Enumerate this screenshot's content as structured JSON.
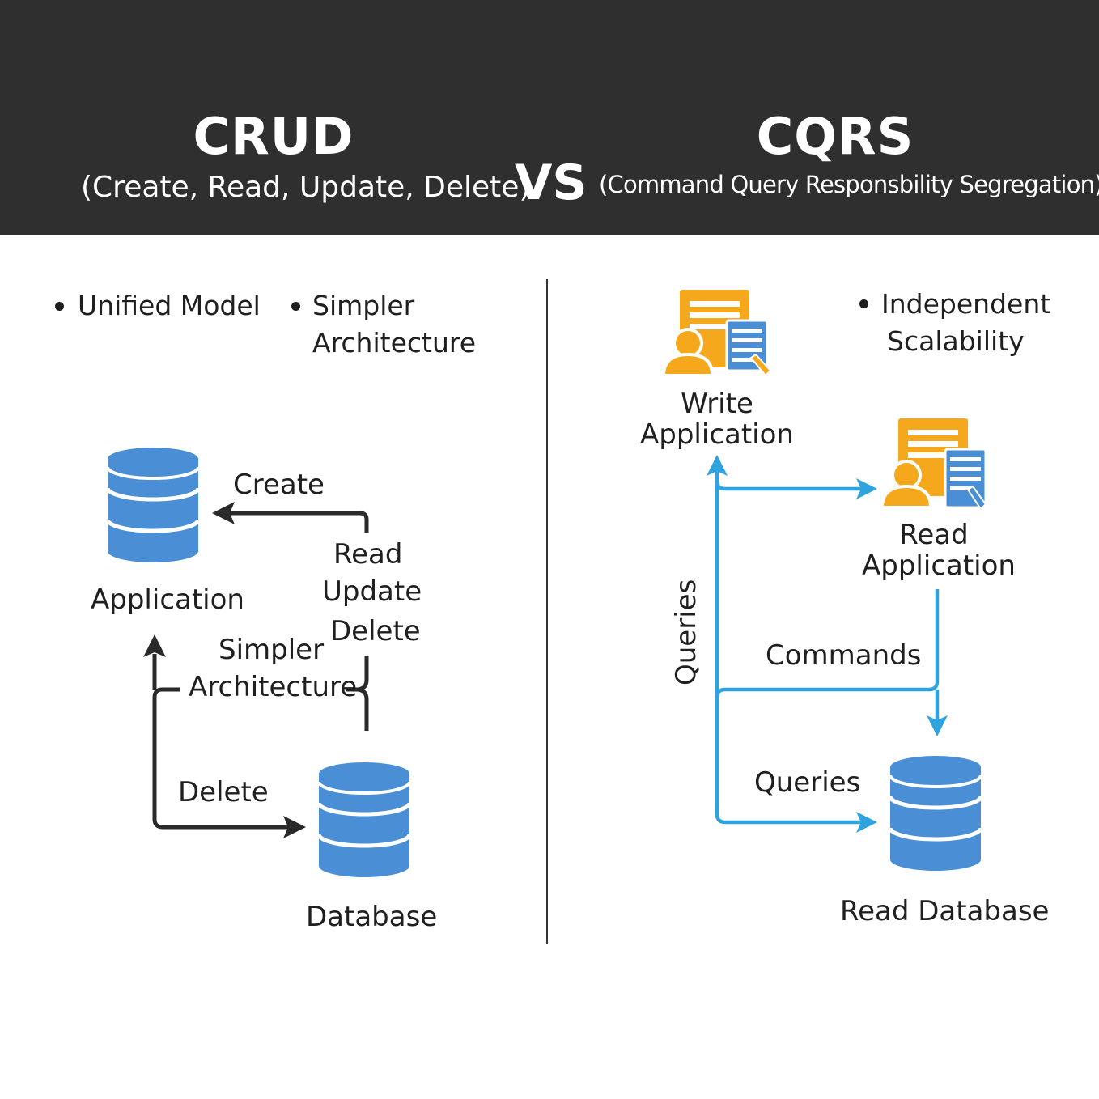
{
  "header": {
    "crud_title": "CRUD",
    "crud_subtitle": "(Create, Read, Update, Delete)",
    "vs": "VS",
    "cqrs_title": "CQRS",
    "cqrs_subtitle": "(Command Query Responsbility Segregation)"
  },
  "crud": {
    "bullets": [
      "Unified Model",
      "Simpler",
      "Architecture"
    ],
    "application_label": "Application",
    "database_label": "Database",
    "create_label": "Create",
    "read_label": "Read",
    "update_label": "Update",
    "delete_label_right": "Delete",
    "simpler_label": "Simpler",
    "architecture_label": "Architecture",
    "delete_label_bottom": "Delete"
  },
  "cqrs": {
    "bullet_line1": "Independent",
    "bullet_line2": "Scalability",
    "write_app_line1": "Write",
    "write_app_line2": "Application",
    "read_app_line1": "Read",
    "read_app_line2": "Application",
    "queries_vertical": "Queries",
    "commands_label": "Commands",
    "queries_label": "Queries",
    "read_db_label": "Read Database"
  },
  "colors": {
    "header_bg": "#2f2f2f",
    "db_blue": "#4a8fd6",
    "arrow_blue": "#2ea3dc",
    "doc_orange": "#f5a81c",
    "arrow_dark": "#2a2a2a"
  },
  "icons": [
    "database-icon",
    "write-application-icon",
    "read-application-icon"
  ]
}
